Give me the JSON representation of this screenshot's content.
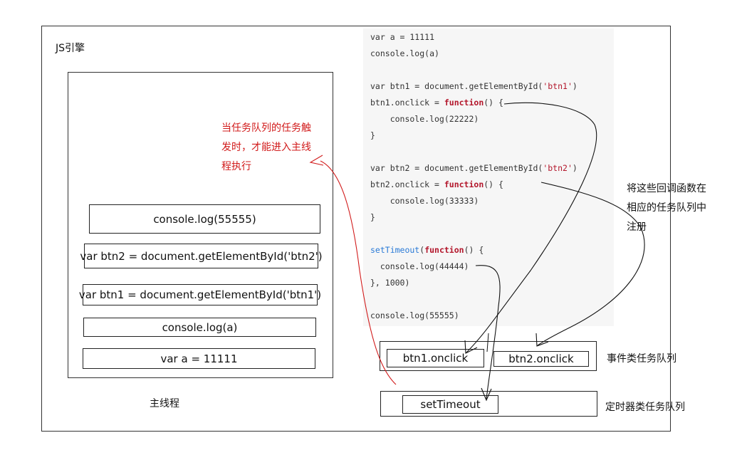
{
  "engine_label": "JS引擎",
  "main_thread_label": "主线程",
  "main_thread_note": [
    "当任务队列的任务触",
    "发时，才能进入主线",
    "程执行"
  ],
  "call_stack": [
    "console.log(55555)",
    "var btn2 = document.getElementById('btn2')",
    "var btn1 = document.getElementById('btn1')",
    "console.log(a)",
    "var a = 11111"
  ],
  "code": {
    "line1": "var a = 11111",
    "line2": "console.log(a)",
    "line3": "var btn1 = document.getElementById(",
    "line3_str": "'btn1'",
    "line3_end": ")",
    "line4_pre": "btn1.onclick = ",
    "line4_kw": "function",
    "line4_post": "() {",
    "line5": "    console.log(22222)",
    "line6": "}",
    "line7": "var btn2 = document.getElementById(",
    "line7_str": "'btn2'",
    "line7_end": ")",
    "line8_pre": "btn2.onclick = ",
    "line8_kw": "function",
    "line8_post": "() {",
    "line9": "    console.log(33333)",
    "line10": "}",
    "line11_fn": "setTimeout",
    "line11_mid": "(",
    "line11_kw": "function",
    "line11_post": "() {",
    "line12": "  console.log(44444)",
    "line13": "}, 1000)",
    "line14": "console.log(55555)"
  },
  "register_note": [
    "将这些回调函数在",
    "相应的任务队列中",
    "注册"
  ],
  "event_queue": {
    "label": "事件类任务队列",
    "items": [
      "btn1.onclick",
      "btn2.onclick"
    ]
  },
  "timer_queue": {
    "label": "定时器类任务队列",
    "items": [
      "setTimeout"
    ]
  },
  "colors": {
    "red": "#d11a1a",
    "line": "#111111",
    "code_bg": "#f6f6f6",
    "keyword": "#b3162b",
    "builtin": "#2a7ad6"
  }
}
